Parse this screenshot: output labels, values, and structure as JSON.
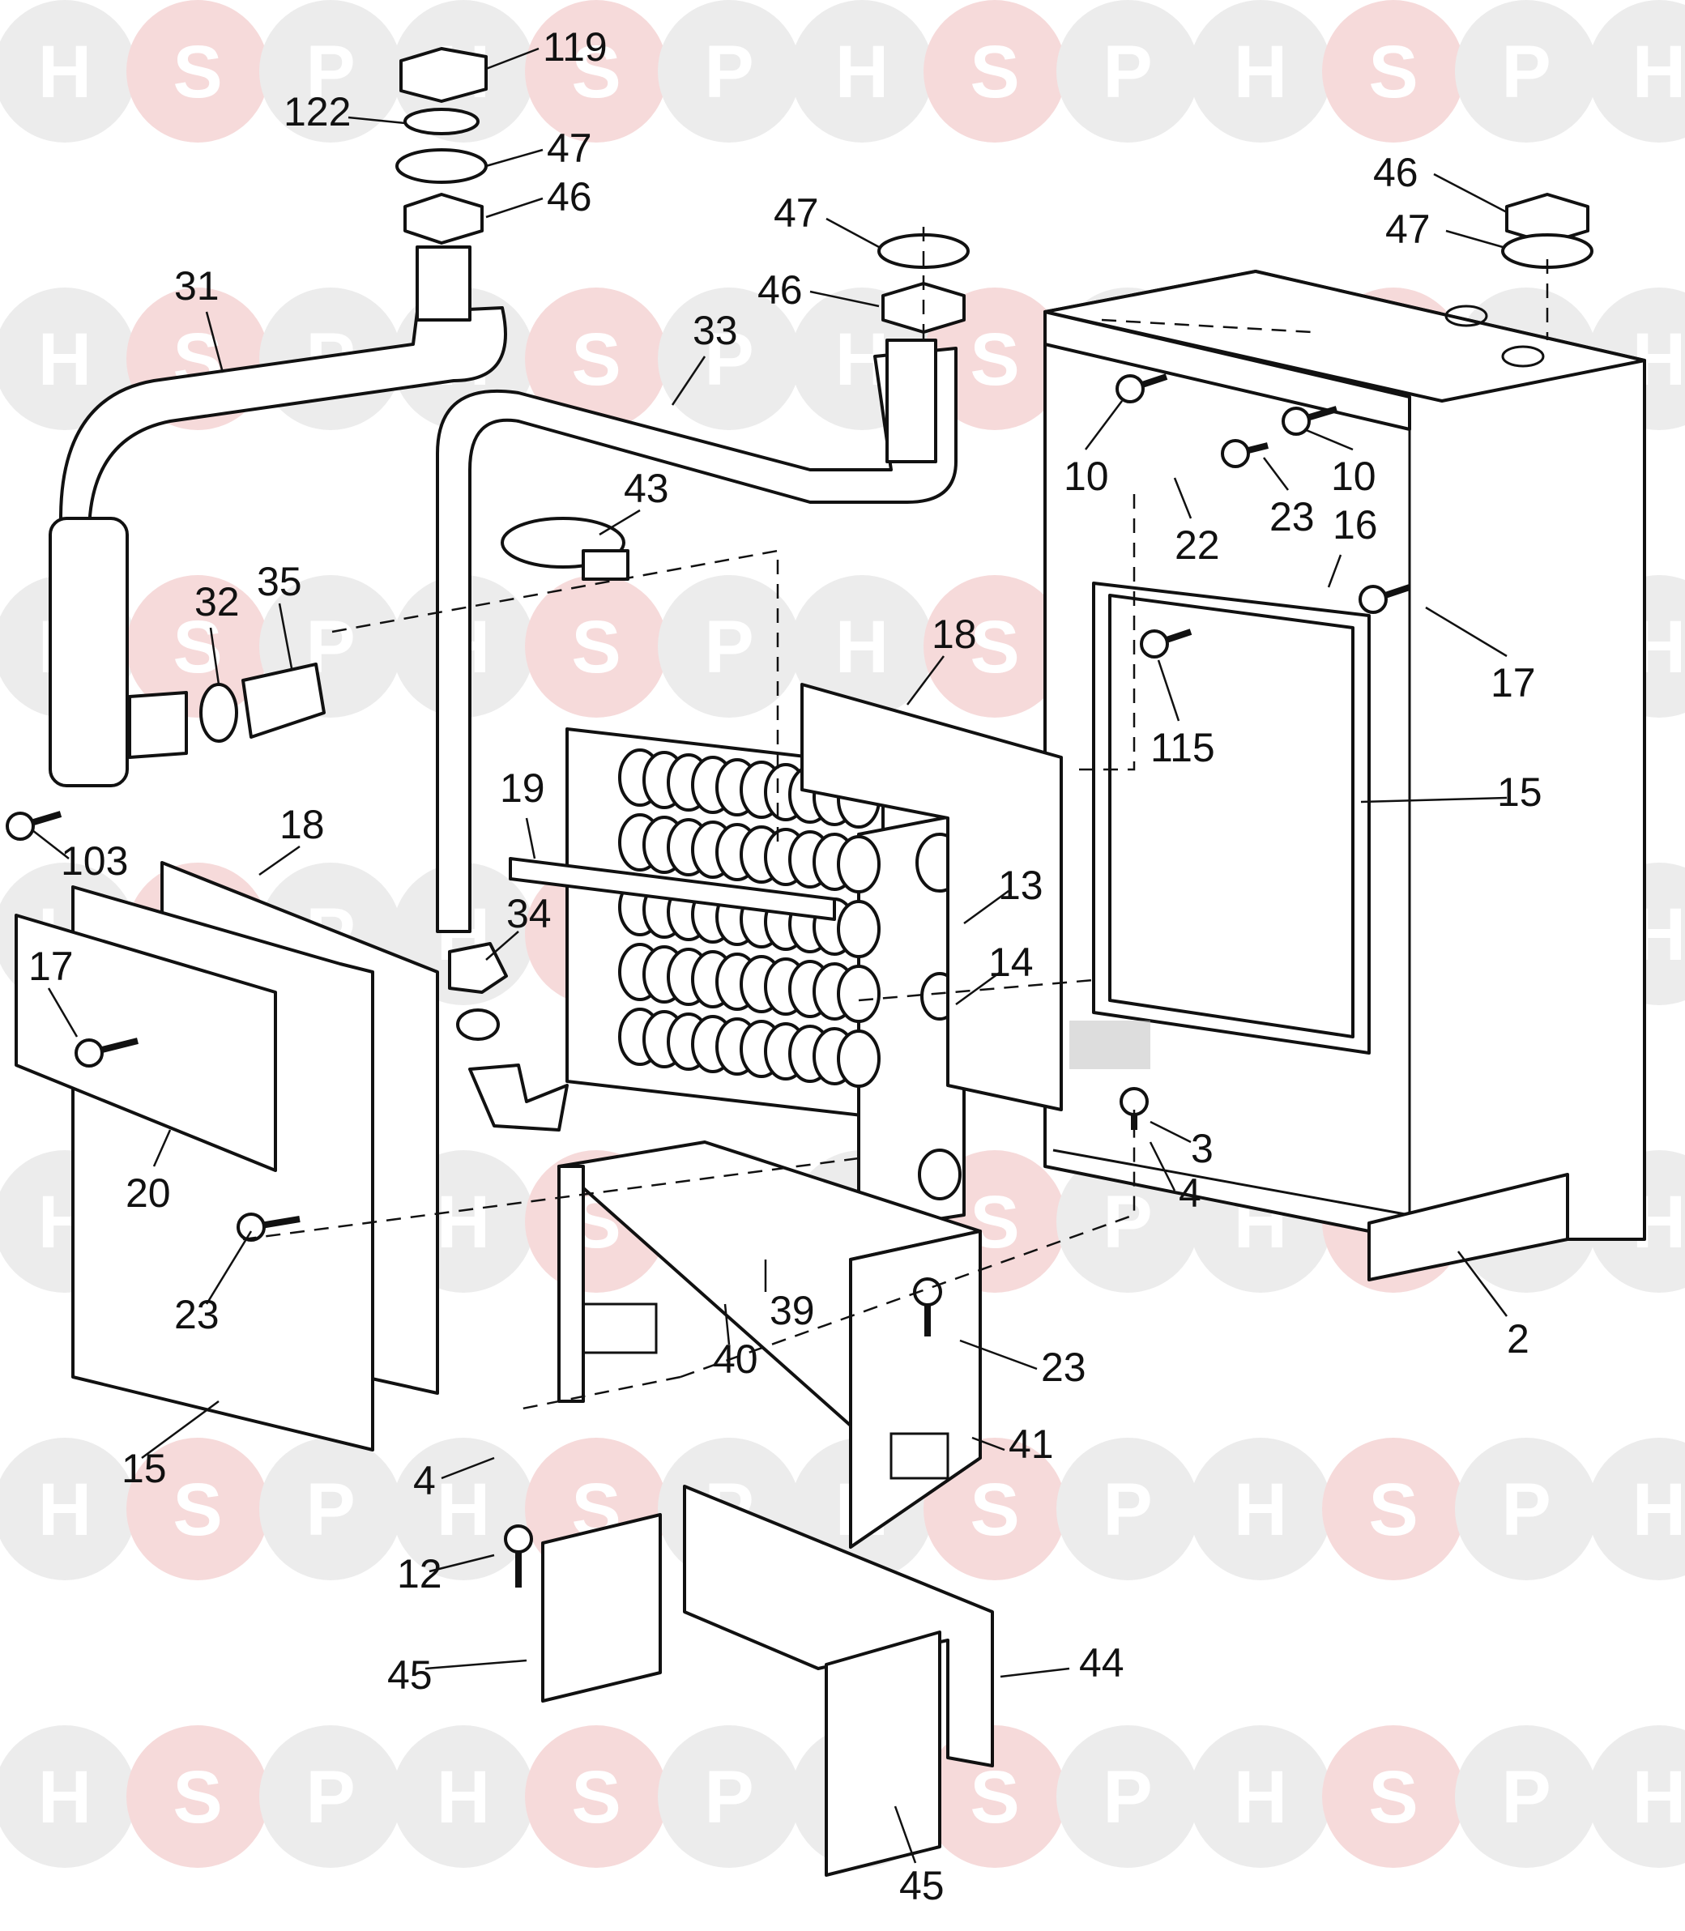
{
  "watermark": {
    "letters": [
      "H",
      "S",
      "P"
    ],
    "colors": {
      "h_p": "#ececec",
      "s": "#f6dada",
      "center_badge": "#cfe0f2"
    }
  },
  "callouts": [
    {
      "id": "c119a",
      "label": "119"
    },
    {
      "id": "c122",
      "label": "122"
    },
    {
      "id": "c47a",
      "label": "47"
    },
    {
      "id": "c46a",
      "label": "46"
    },
    {
      "id": "c31",
      "label": "31"
    },
    {
      "id": "c47b",
      "label": "47"
    },
    {
      "id": "c46b",
      "label": "46"
    },
    {
      "id": "c33",
      "label": "33"
    },
    {
      "id": "c46c",
      "label": "46"
    },
    {
      "id": "c47c",
      "label": "47"
    },
    {
      "id": "c10a",
      "label": "10"
    },
    {
      "id": "c10b",
      "label": "10"
    },
    {
      "id": "c23a",
      "label": "23"
    },
    {
      "id": "c22",
      "label": "22"
    },
    {
      "id": "c16",
      "label": "16"
    },
    {
      "id": "c17a",
      "label": "17"
    },
    {
      "id": "c115",
      "label": "115"
    },
    {
      "id": "c43",
      "label": "43"
    },
    {
      "id": "c32",
      "label": "32"
    },
    {
      "id": "c35",
      "label": "35"
    },
    {
      "id": "c18a",
      "label": "18"
    },
    {
      "id": "c19",
      "label": "19"
    },
    {
      "id": "c13",
      "label": "13"
    },
    {
      "id": "c15a",
      "label": "15"
    },
    {
      "id": "c103",
      "label": "103"
    },
    {
      "id": "c18b",
      "label": "18"
    },
    {
      "id": "c34",
      "label": "34"
    },
    {
      "id": "c14",
      "label": "14"
    },
    {
      "id": "c17b",
      "label": "17"
    },
    {
      "id": "c20",
      "label": "20"
    },
    {
      "id": "c3",
      "label": "3"
    },
    {
      "id": "c4a",
      "label": "4"
    },
    {
      "id": "c23b",
      "label": "23"
    },
    {
      "id": "c39",
      "label": "39"
    },
    {
      "id": "c40",
      "label": "40"
    },
    {
      "id": "c2",
      "label": "2"
    },
    {
      "id": "c23c",
      "label": "23"
    },
    {
      "id": "c15b",
      "label": "15"
    },
    {
      "id": "c41",
      "label": "41"
    },
    {
      "id": "c4b",
      "label": "4"
    },
    {
      "id": "c12",
      "label": "12"
    },
    {
      "id": "c45a",
      "label": "45"
    },
    {
      "id": "c44",
      "label": "44"
    },
    {
      "id": "c45b",
      "label": "45"
    }
  ]
}
